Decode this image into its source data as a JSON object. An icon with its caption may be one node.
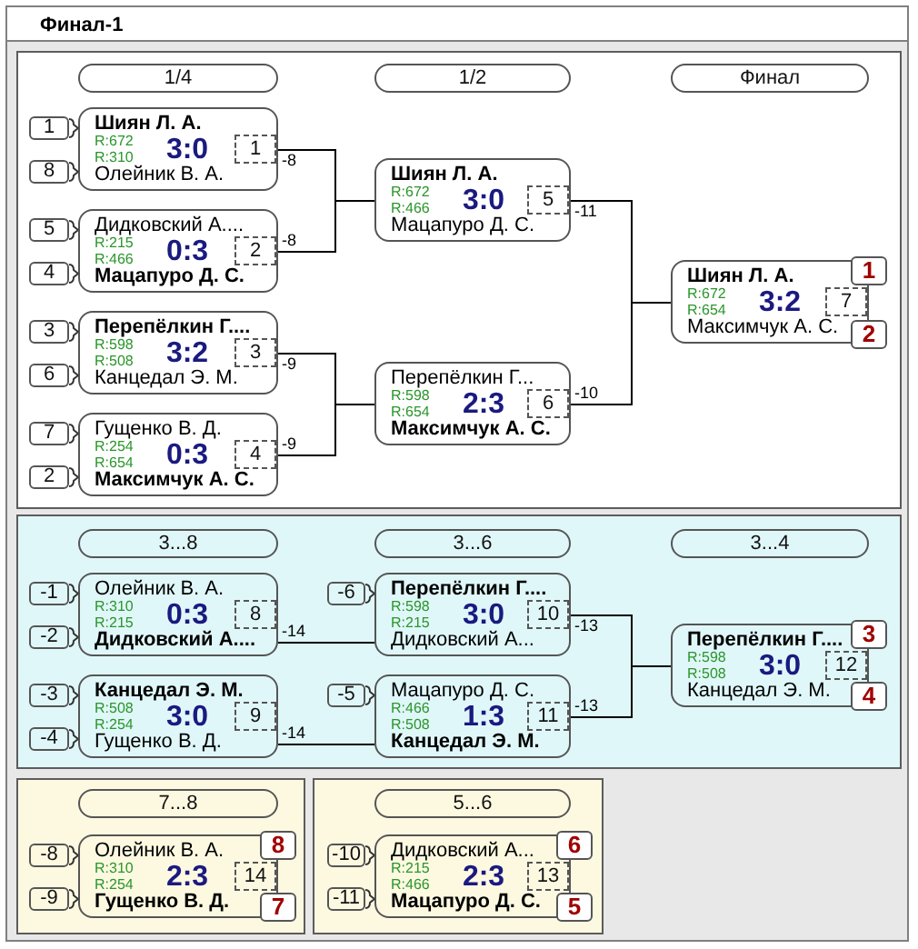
{
  "diagram": {
    "title": "Финал-1",
    "nodes": [
      {
        "text": [],
        "shape": "box"
      },
      {
        "text": [
          "1/4"
        ],
        "in": 0
      },
      {
        "text": [
          "1/2"
        ],
        "in": 0
      },
      {
        "text": [
          "Финал"
        ],
        "in": 0
      },
      {
        "text": [
          "1"
        ],
        "in": 0
      },
      {
        "text": [
          "8"
        ],
        "in": 0
      },
      {
        "text": [
          "Шиян Л. А.",
          "R:672",
          "R:310",
          "3:0",
          "Олейник В. А."
        ],
        "beside": [
          "-8"
        ],
        "in": 0
      },
      {
        "text": [
          "1"
        ],
        "in": 6
      },
      {
        "text": [
          "5"
        ],
        "in": 0
      },
      {
        "text": [
          "4"
        ],
        "in": 0
      },
      {
        "text": [
          "Дидковский А....",
          "R:215",
          "R:466",
          "0:3",
          "Мацапуро Д. С."
        ],
        "beside": [
          "-8"
        ],
        "in": 0
      },
      {
        "text": [
          "2"
        ],
        "in": 10
      },
      {
        "text": [
          "3"
        ],
        "in": 0
      },
      {
        "text": [
          "6"
        ],
        "in": 0
      },
      {
        "text": [
          "Перепёлкин Г....",
          "R:598",
          "R:508",
          "3:2",
          "Канцедал Э. М."
        ],
        "beside": [
          "-9"
        ],
        "in": 0
      },
      {
        "text": [
          "3"
        ],
        "in": 14
      },
      {
        "text": [
          "7"
        ],
        "in": 0
      },
      {
        "text": [
          "2"
        ],
        "in": 0
      },
      {
        "text": [
          "Гущенко В. Д.",
          "R:254",
          "R:654",
          "0:3",
          "Максимчук А. С."
        ],
        "beside": [
          "-9"
        ],
        "in": 0
      },
      {
        "text": [
          "4"
        ],
        "in": 18
      },
      {
        "text": [
          "Шиян Л. А.",
          "R:672",
          "R:466",
          "3:0",
          "Мацапуро Д. С."
        ],
        "beside": [
          "-11"
        ],
        "in": 0
      },
      {
        "text": [
          "5"
        ],
        "in": 20
      },
      {
        "text": [
          "Перепёлкин Г...",
          "R:598",
          "R:654",
          "2:3",
          "Максимчук А. С."
        ],
        "beside": [
          "-10"
        ],
        "in": 0
      },
      {
        "text": [
          "6"
        ],
        "in": 22
      },
      {
        "text": [
          "Шиян Л. А.",
          "R:672",
          "R:654",
          "3:2",
          "Максимчук А. С."
        ],
        "in": 0
      },
      {
        "text": [
          "7"
        ],
        "in": 24
      },
      {
        "text": [
          "1"
        ],
        "in": 0
      },
      {
        "text": [
          "2"
        ],
        "in": 0
      },
      {
        "text": [],
        "shape": "box"
      },
      {
        "text": [
          "3...8"
        ],
        "in": 28
      },
      {
        "text": [
          "3...6"
        ],
        "in": 28
      },
      {
        "text": [
          "3...4"
        ],
        "in": 28
      },
      {
        "text": [
          "-1"
        ],
        "in": 28
      },
      {
        "text": [
          "-2"
        ],
        "in": 28
      },
      {
        "text": [
          "Олейник В. А.",
          "R:310",
          "R:215",
          "0:3",
          "Дидковский А...."
        ],
        "beside": [
          "-14"
        ],
        "in": 28
      },
      {
        "text": [
          "8"
        ],
        "in": 34
      },
      {
        "text": [
          "-3"
        ],
        "in": 28
      },
      {
        "text": [
          "-4"
        ],
        "in": 28
      },
      {
        "text": [
          "Канцедал Э. М.",
          "R:508",
          "R:254",
          "3:0",
          "Гущенко В. Д."
        ],
        "beside": [
          "-14"
        ],
        "in": 28
      },
      {
        "text": [
          "9"
        ],
        "in": 38
      },
      {
        "text": [
          "-6"
        ],
        "in": 28
      },
      {
        "text": [
          "Перепёлкин Г....",
          "R:598",
          "R:215",
          "3:0",
          "Дидковский А..."
        ],
        "beside": [
          "-13"
        ],
        "in": 28
      },
      {
        "text": [
          "10"
        ],
        "in": 41
      },
      {
        "text": [
          "-5"
        ],
        "in": 28
      },
      {
        "text": [
          "Мацапуро Д. С.",
          "R:466",
          "R:508",
          "1:3",
          "Канцедал Э. М."
        ],
        "beside": [
          "-13"
        ],
        "in": 28
      },
      {
        "text": [
          "11"
        ],
        "in": 44
      },
      {
        "text": [
          "Перепёлкин Г....",
          "R:598",
          "R:508",
          "3:0",
          "Канцедал Э. М."
        ],
        "in": 28
      },
      {
        "text": [
          "12"
        ],
        "in": 46
      },
      {
        "text": [
          "3"
        ],
        "in": 28
      },
      {
        "text": [
          "4"
        ],
        "in": 28
      },
      {
        "text": [],
        "shape": "box"
      },
      {
        "text": [
          "7...8"
        ],
        "in": 50
      },
      {
        "text": [
          "-8"
        ],
        "in": 50
      },
      {
        "text": [
          "-9"
        ],
        "in": 50
      },
      {
        "text": [
          "Олейник В. А.",
          "R:310",
          "R:254",
          "2:3",
          "Гущенко В. Д."
        ],
        "in": 50
      },
      {
        "text": [
          "14"
        ],
        "in": 54
      },
      {
        "text": [
          "8"
        ],
        "in": 50
      },
      {
        "text": [
          "7"
        ],
        "in": 50
      },
      {
        "text": [],
        "shape": "box"
      },
      {
        "text": [
          "5...6"
        ],
        "in": 58
      },
      {
        "text": [
          "-10"
        ],
        "in": 58
      },
      {
        "text": [
          "-11"
        ],
        "in": 58
      },
      {
        "text": [
          "Дидковский А...",
          "R:215",
          "R:466",
          "2:3",
          "Мацапуро Д. С."
        ],
        "in": 58
      },
      {
        "text": [
          "13"
        ],
        "in": 62
      },
      {
        "text": [
          "6"
        ],
        "in": 58
      },
      {
        "text": [
          "5"
        ],
        "in": 58
      }
    ],
    "edges": [
      {
        "from": 4,
        "to": 6,
        "arrow": "none"
      },
      {
        "from": 5,
        "to": 6,
        "arrow": "none"
      },
      {
        "from": 8,
        "to": 10,
        "arrow": "none"
      },
      {
        "from": 9,
        "to": 10,
        "arrow": "none"
      },
      {
        "from": 12,
        "to": 14,
        "arrow": "none"
      },
      {
        "from": 13,
        "to": 14,
        "arrow": "none"
      },
      {
        "from": 16,
        "to": 18,
        "arrow": "none"
      },
      {
        "from": 17,
        "to": 18,
        "arrow": "none"
      },
      {
        "from": 6,
        "to": 20,
        "arrow": "none"
      },
      {
        "from": 10,
        "to": 20,
        "arrow": "none"
      },
      {
        "from": 14,
        "to": 22,
        "arrow": "none"
      },
      {
        "from": 18,
        "to": 22,
        "arrow": "none"
      },
      {
        "from": 20,
        "to": 24,
        "arrow": "none"
      },
      {
        "from": 22,
        "to": 24,
        "arrow": "none"
      },
      {
        "from": 32,
        "to": 34,
        "arrow": "none"
      },
      {
        "from": 33,
        "to": 34,
        "arrow": "none"
      },
      {
        "from": 36,
        "to": 38,
        "arrow": "none"
      },
      {
        "from": 37,
        "to": 38,
        "arrow": "none"
      },
      {
        "from": 40,
        "to": 41,
        "arrow": "none"
      },
      {
        "from": 43,
        "to": 44,
        "arrow": "none"
      },
      {
        "from": 34,
        "to": 41,
        "arrow": "none"
      },
      {
        "from": 38,
        "to": 44,
        "arrow": "none"
      },
      {
        "from": 41,
        "to": 46,
        "arrow": "none"
      },
      {
        "from": 44,
        "to": 46,
        "arrow": "none"
      },
      {
        "from": 52,
        "to": 54,
        "arrow": "none"
      },
      {
        "from": 53,
        "to": 54,
        "arrow": "none"
      },
      {
        "from": 60,
        "to": 62,
        "arrow": "none"
      },
      {
        "from": 61,
        "to": 62,
        "arrow": "none"
      }
    ]
  }
}
